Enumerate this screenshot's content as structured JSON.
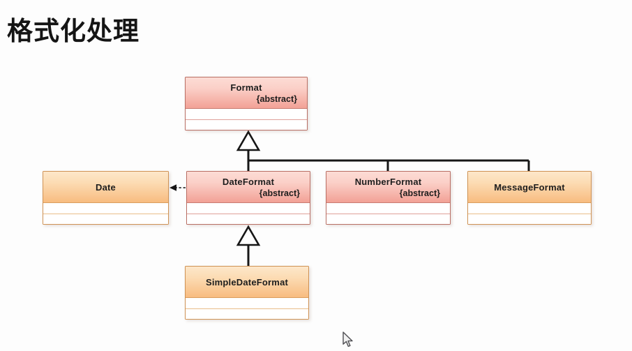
{
  "page": {
    "title": "格式化处理",
    "background_color": "#fdfdfd"
  },
  "diagram": {
    "type": "uml-class-diagram",
    "classes": [
      {
        "id": "format",
        "name": "Format",
        "stereotype": "{abstract}",
        "color_theme": "pink",
        "attributes": [],
        "operations": []
      },
      {
        "id": "date",
        "name": "Date",
        "stereotype": "",
        "color_theme": "orange",
        "attributes": [],
        "operations": []
      },
      {
        "id": "dateformat",
        "name": "DateFormat",
        "stereotype": "{abstract}",
        "color_theme": "pink",
        "attributes": [],
        "operations": []
      },
      {
        "id": "numberformat",
        "name": "NumberFormat",
        "stereotype": "{abstract}",
        "color_theme": "pink",
        "attributes": [],
        "operations": []
      },
      {
        "id": "messageformat",
        "name": "MessageFormat",
        "stereotype": "",
        "color_theme": "orange",
        "attributes": [],
        "operations": []
      },
      {
        "id": "simpledateformat",
        "name": "SimpleDateFormat",
        "stereotype": "",
        "color_theme": "orange",
        "attributes": [],
        "operations": []
      }
    ],
    "relations": [
      {
        "type": "inheritance",
        "from": "DateFormat",
        "to": "Format"
      },
      {
        "type": "inheritance",
        "from": "NumberFormat",
        "to": "Format"
      },
      {
        "type": "inheritance",
        "from": "MessageFormat",
        "to": "Format"
      },
      {
        "type": "inheritance",
        "from": "SimpleDateFormat",
        "to": "DateFormat"
      },
      {
        "type": "dependency-dashed-arrow",
        "from": "DateFormat",
        "to": "Date"
      }
    ],
    "colors": {
      "pink_header_top": "#fcdcd5",
      "pink_header_bottom": "#f2a196",
      "pink_border": "#b96e64",
      "orange_header_top": "#fde7ca",
      "orange_header_bottom": "#f8bc80",
      "orange_border": "#cf9254",
      "connector_line": "#161616"
    }
  },
  "cursor": {
    "type": "arrow-pointer"
  }
}
